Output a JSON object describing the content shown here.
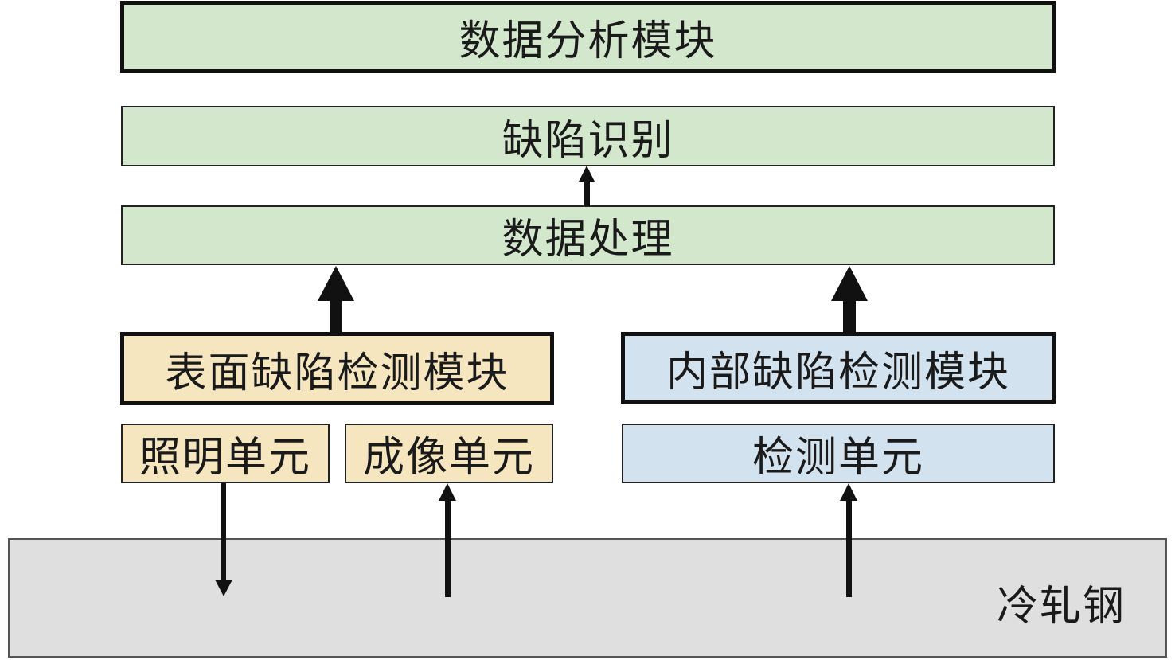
{
  "diagram": {
    "data_analysis_module": "数据分析模块",
    "defect_identification": "缺陷识别",
    "data_processing": "数据处理",
    "surface_defect_module": "表面缺陷检测模块",
    "internal_defect_module": "内部缺陷检测模块",
    "illumination_unit": "照明单元",
    "imaging_unit": "成像单元",
    "detection_unit": "检测单元",
    "cold_rolled_steel": "冷轧钢"
  },
  "colors": {
    "green": "#d3e7cc",
    "yellow": "#f5e6bf",
    "blue": "#d2e2ee",
    "steel": "#e0dfe0"
  }
}
